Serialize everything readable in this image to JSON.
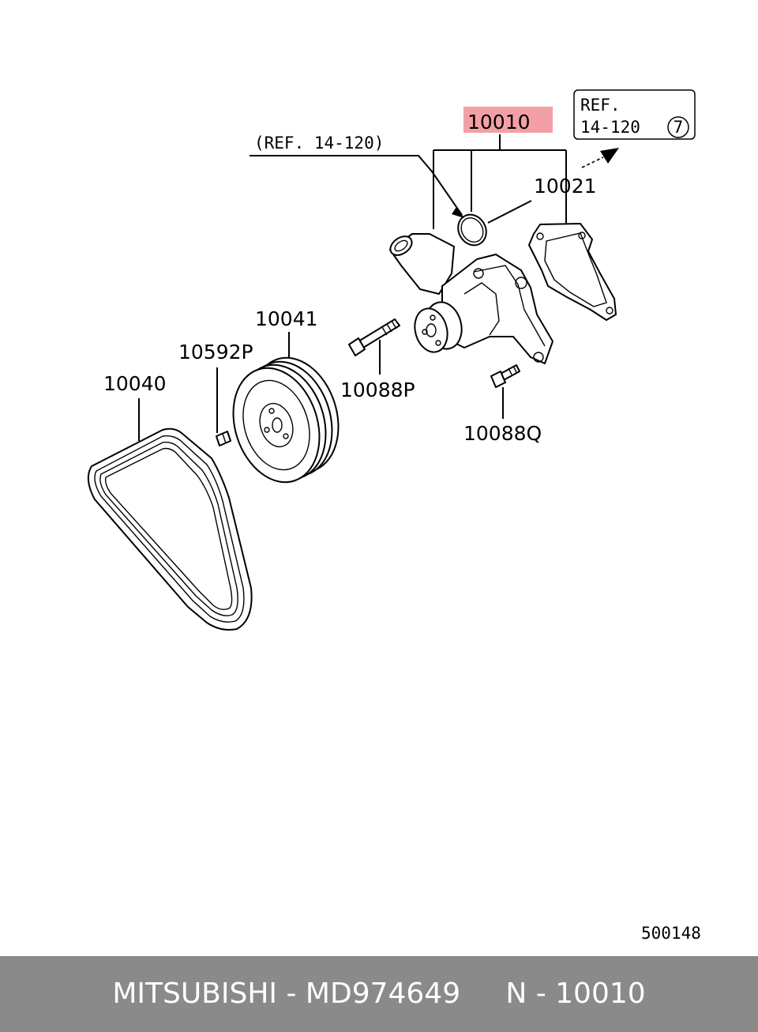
{
  "diagram": {
    "labels": {
      "water_pump": "10010",
      "gasket": "10021",
      "pulley": "10041",
      "belt": "10040",
      "pulley_bolt": "10592P",
      "pump_bolt_long": "10088P",
      "pump_bolt_short": "10088Q"
    },
    "ref_top": "(REF. 14-120)",
    "ref_box": {
      "line1": "REF.",
      "line2": "14-120",
      "circled": "7"
    },
    "diagram_code": "500148",
    "highlight_color": "#f2a0a6"
  },
  "footer": {
    "text": "MITSUBISHI - MD974649     N - 10010",
    "bg_color": "#8a8a8a"
  }
}
